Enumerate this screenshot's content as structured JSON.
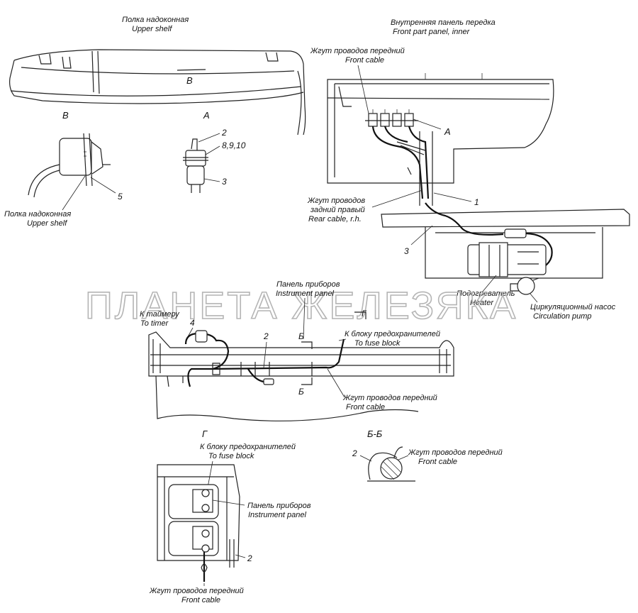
{
  "watermark": "ПЛАНЕТА ЖЕЛЕЗЯКА",
  "top_left": {
    "title_ru": "Полка надоконная",
    "title_en": "Upper shelf",
    "view_marker": "В"
  },
  "top_right": {
    "title_ru": "Внутренняя панель передка",
    "title_en": "Front part panel, inner",
    "front_cable_ru": "Жгут проводов передний",
    "front_cable_en": "Front cable",
    "rear_cable_ru_1": "Жгут проводов",
    "rear_cable_ru_2": "задний правый",
    "rear_cable_en": "Rear cable, r.h.",
    "view_marker": "А",
    "callout_1": "1",
    "callout_3": "3",
    "heater_ru": "Подогреватель",
    "heater_en": "Heater",
    "pump_ru": "Циркуляционный насос",
    "pump_en": "Circulation pump"
  },
  "view_b": {
    "label": "В",
    "callout_5": "5",
    "shelf_ru": "Полка надоконная",
    "shelf_en": "Upper shelf"
  },
  "view_a": {
    "label": "А",
    "callout_2": "2",
    "callout_8910": "8,9,10",
    "callout_3": "3"
  },
  "middle": {
    "panel_ru": "Панель приборов",
    "panel_en": "Instrument panel",
    "timer_ru": "К таймеру",
    "timer_en": "To timer",
    "callout_4": "4",
    "callout_2": "2",
    "section_b1": "Б",
    "section_b2": "Б",
    "section_g": "Г",
    "fuse_ru": "К блоку предохранителей",
    "fuse_en": "To fuse block",
    "front_cable_ru": "Жгут проводов передний",
    "front_cable_en": "Front cable"
  },
  "view_g": {
    "label": "Г",
    "fuse_ru": "К блоку предохранителей",
    "fuse_en": "To fuse block",
    "panel_ru": "Панель приборов",
    "panel_en": "Instrument panel",
    "callout_2": "2",
    "front_cable_ru": "Жгут проводов передний",
    "front_cable_en": "Front cable"
  },
  "section_bb": {
    "label": "Б-Б",
    "callout_2": "2",
    "front_cable_ru": "Жгут проводов передний",
    "front_cable_en": "Front cable"
  },
  "colors": {
    "line": "#222222",
    "watermark": "#b5b5b5",
    "background": "#ffffff"
  }
}
